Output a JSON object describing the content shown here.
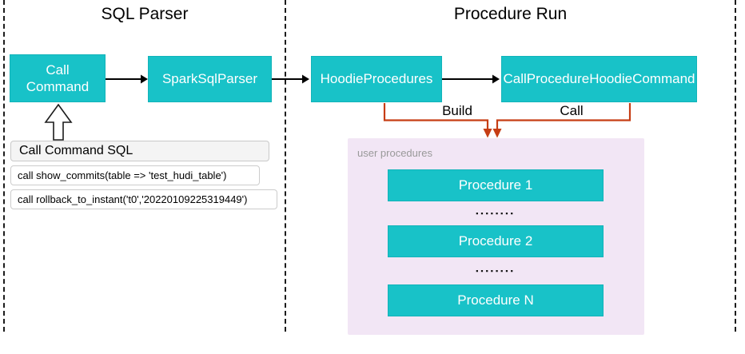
{
  "sections": {
    "sql_parser": {
      "title": "SQL Parser"
    },
    "procedure_run": {
      "title": "Procedure Run"
    }
  },
  "nodes": {
    "call_command": "Call Command",
    "spark_sql_parser": "SparkSqlParser",
    "hoodie_procedures": "HoodieProcedures",
    "call_procedure_hoodie_command": "CallProcedureHoodieCommand"
  },
  "edges": {
    "build_label": "Build",
    "call_label": "Call"
  },
  "sql_panel": {
    "title": "Call Command SQL",
    "statements": [
      "call show_commits(table => 'test_hudi_table')",
      "call rollback_to_instant('t0','20220109225319449')"
    ]
  },
  "user_procedures": {
    "label": "user procedures",
    "items": [
      "Procedure 1",
      "Procedure 2",
      "Procedure N"
    ],
    "ellipsis": "▪▪▪▪▪▪▪▪"
  },
  "colors": {
    "node_teal": "#18c2c8",
    "connector_red": "#c63d14",
    "procedures_panel_pink": "#f2e6f5",
    "muted_label_gray": "#999999",
    "arrow_black": "#000000"
  }
}
